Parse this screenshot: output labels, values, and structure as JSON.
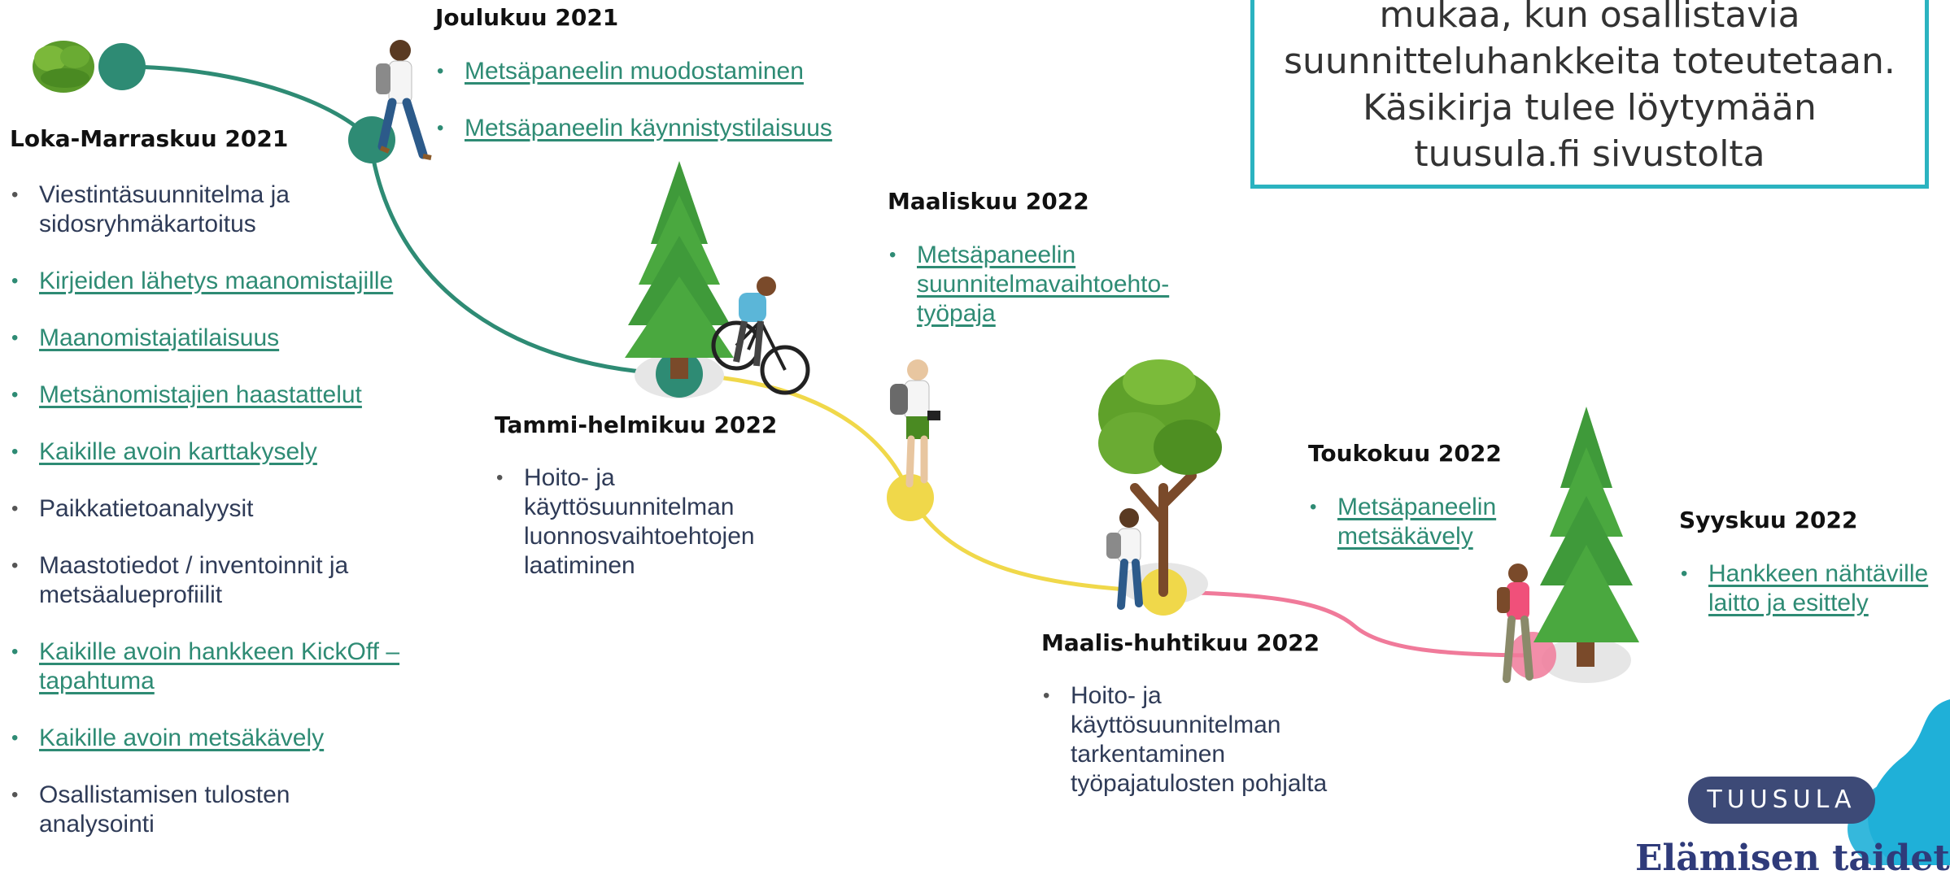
{
  "info_box": {
    "lines": [
      "mukaa, kun osallistavia",
      "suunnitteluhankkeita toteutetaan.",
      "Käsikirja tulee löytymään",
      "tuusula.fi sivustolta"
    ]
  },
  "phases": {
    "loka": {
      "title": "Loka-Marraskuu 2021",
      "items": [
        {
          "text": "Viestintäsuunnitelma ja sidosryhmäkartoitus",
          "link": false
        },
        {
          "text": "Kirjeiden lähetys maanomistajille",
          "link": true
        },
        {
          "text": "Maanomistajatilaisuus",
          "link": true
        },
        {
          "text": "Metsänomistajien haastattelut",
          "link": true
        },
        {
          "text": "Kaikille avoin karttakysely",
          "link": true
        },
        {
          "text": "Paikkatietoanalyysit",
          "link": false
        },
        {
          "text": "Maastotiedot / inventoinnit ja metsäalueprofiilit",
          "link": false
        },
        {
          "text": "Kaikille avoin hankkeen KickOff –tapahtuma",
          "link": true
        },
        {
          "text": "Kaikille avoin metsäkävely",
          "link": true
        },
        {
          "text": "Osallistamisen tulosten analysointi",
          "link": false
        }
      ]
    },
    "joulu": {
      "title": "Joulukuu 2021",
      "items": [
        {
          "text": "Metsäpaneelin muodostaminen",
          "link": true
        },
        {
          "text": "Metsäpaneelin käynnistystilaisuus",
          "link": true
        }
      ]
    },
    "tammi": {
      "title": "Tammi-helmikuu 2022",
      "items": [
        {
          "text": "Hoito- ja käyttösuunnitelman luonnosvaihtoehtojen laatiminen",
          "link": false
        }
      ]
    },
    "maalis": {
      "title": "Maaliskuu 2022",
      "items": [
        {
          "text": "Metsäpaneelin suunnitelmavaihtoehto-työpaja",
          "link": true
        }
      ]
    },
    "maalishuhti": {
      "title": "Maalis-huhtikuu 2022",
      "items": [
        {
          "text": "Hoito- ja käyttösuunnitelman tarkentaminen työpajatulosten pohjalta",
          "link": false
        }
      ]
    },
    "touko": {
      "title": "Toukokuu 2022",
      "items": [
        {
          "text": "Metsäpaneelin metsäkävely",
          "link": true
        }
      ]
    },
    "syys": {
      "title": "Syyskuu 2022",
      "items": [
        {
          "text": "Hankkeen nähtäville laitto ja esittely",
          "link": true
        }
      ]
    }
  },
  "logo": {
    "text": "TUUSULA",
    "tagline": "Elämisen taidetta"
  },
  "colors": {
    "teal": "#2e8b74",
    "yellow": "#f0d84a",
    "pink": "#f07a9a",
    "box_border": "#2bb3c0",
    "logo_blue": "#1fb0d8"
  },
  "icons": [
    "bush-icon",
    "pine-tree-icon",
    "deciduous-tree-icon",
    "hiker-icon",
    "cyclist-icon",
    "photographer-icon"
  ]
}
